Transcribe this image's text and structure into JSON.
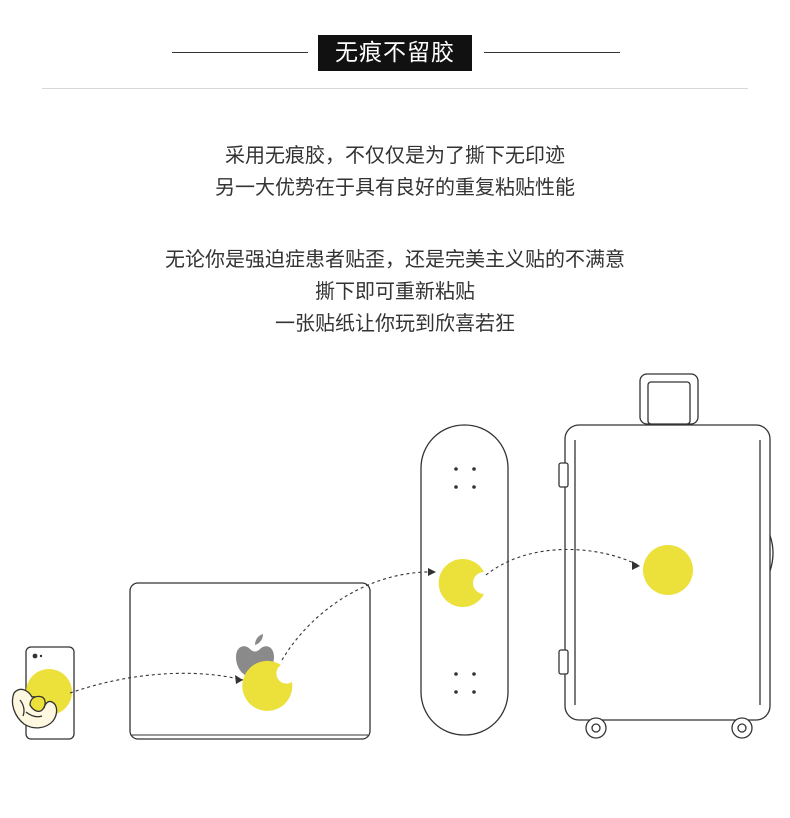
{
  "header": {
    "title": "无痕不留胶"
  },
  "paragraph1": {
    "line1": "采用无痕胶，不仅仅是为了撕下无印迹",
    "line2": "另一大优势在于具有良好的重复粘贴性能"
  },
  "paragraph2": {
    "line1": "无论你是强迫症患者贴歪，还是完美主义贴的不满意",
    "line2": "撕下即可重新粘贴",
    "line3": "一张贴纸让你玩到欣喜若狂"
  },
  "colors": {
    "sticker": "#ece03b",
    "outline": "#333333",
    "header_bg": "#111111",
    "apple_logo": "#8a8a8a"
  },
  "icons": {
    "phone": "phone-icon",
    "hand": "hand-icon",
    "laptop": "laptop-icon",
    "apple": "apple-logo-icon",
    "skateboard": "skateboard-icon",
    "suitcase": "suitcase-icon",
    "sticker": "round-sticker-icon"
  }
}
